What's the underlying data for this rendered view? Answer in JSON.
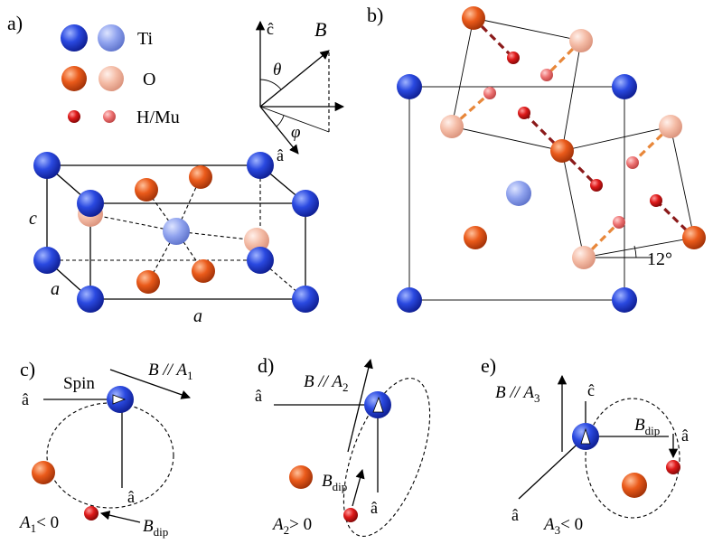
{
  "colors": {
    "ti": "#1f3fd6",
    "ti_light": "#8fa2ee",
    "o": "#e4571c",
    "o_light": "#f4bba5",
    "h": "#d81818",
    "h_light": "#ec7070",
    "bond_dark": "#8b1a1a",
    "bond_orange": "#e8873a"
  },
  "panels": {
    "a": {
      "label": "a)",
      "legend": {
        "ti": "Ti",
        "o": "O",
        "h": "H/Mu"
      },
      "axes": {
        "c_hat": "ĉ",
        "a_hat": "â",
        "B": "B",
        "theta": "θ",
        "phi": "φ"
      },
      "cell": {
        "c": "c",
        "a_side": "a",
        "a_bottom": "a"
      }
    },
    "b": {
      "label": "b)",
      "angle": "12°"
    },
    "c": {
      "label": "c)",
      "a_hat_left": "â",
      "spin": "Spin",
      "B_label": "B // A",
      "B_sub": "1",
      "a_hat_vertical": "â",
      "bdip": "B",
      "bdip_sub": "dip",
      "sign_A": "A",
      "sign_sub": "1",
      "sign_rel": "< 0"
    },
    "d": {
      "label": "d)",
      "a_hat_left": "â",
      "B_label": "B // A",
      "B_sub": "2",
      "bdip": "B",
      "bdip_sub": "dip",
      "a_hat_vertical": "â",
      "sign_A": "A",
      "sign_sub": "2",
      "sign_rel": "> 0"
    },
    "e": {
      "label": "e)",
      "c_hat": "ĉ",
      "B_label": "B // A",
      "B_sub": "3",
      "bdip": "B",
      "bdip_sub": "dip",
      "a_hat_right": "â",
      "a_hat_bottom": "â",
      "sign_A": "A",
      "sign_sub": "3",
      "sign_rel": "< 0"
    }
  }
}
